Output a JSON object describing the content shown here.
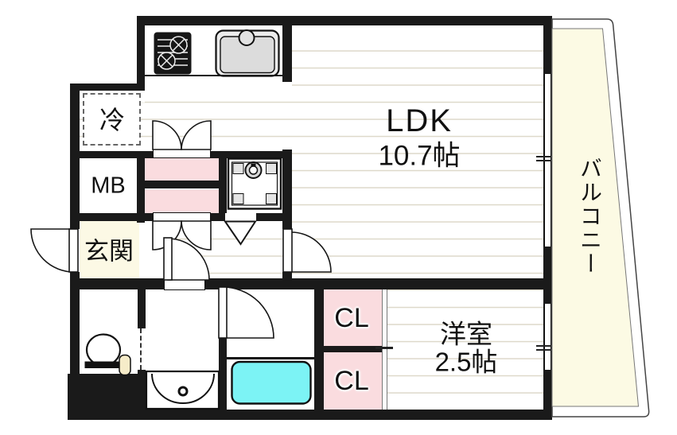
{
  "floorplan": {
    "labels": {
      "ldk_name": "LDK",
      "ldk_size": "10.7帖",
      "western_room_name": "洋室",
      "western_room_size": "2.5帖",
      "balcony": "バルコニー",
      "entrance": "玄関",
      "meter_box": "MB",
      "refrigerator": "冷",
      "closet_upper": "CL",
      "closet_lower": "CL"
    },
    "colors": {
      "wall": "#1a1a1a",
      "closet_pink": "#FADCDF",
      "balcony_cream": "#FCFAE4",
      "entrance_cream": "#FCF9E5",
      "bathtub_cyan": "#7CF3F5",
      "floor_line": "#DED9CA"
    }
  }
}
